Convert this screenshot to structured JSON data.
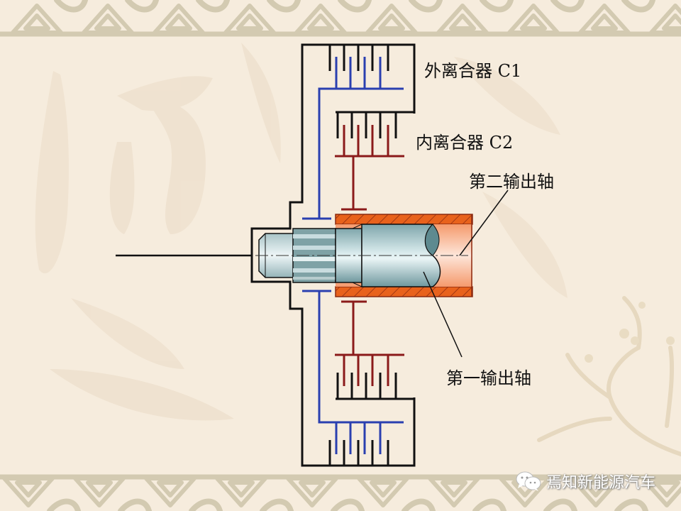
{
  "slide": {
    "background_color": "#f6ecdd",
    "border_color": "#d1c8ae",
    "decor": [
      "celtic-knot-border-top",
      "celtic-knot-border-bottom",
      "calligraphy-watermark",
      "plum-blossom-branch-watermark"
    ]
  },
  "diagram": {
    "title": "",
    "labels": {
      "outer_clutch": "外离合器 C1",
      "inner_clutch": "内离合器  C2",
      "second_output_shaft": "第二输出轴",
      "first_output_shaft": "第一输出轴"
    },
    "colors": {
      "housing": "#111111",
      "outer_clutch_hub": "#2a3fb0",
      "inner_clutch_hub": "#8b1a1a",
      "hollow_shaft": "#e8621c",
      "hollow_shaft_inner": "#f7b08a",
      "solid_shaft": "#8fb3b8"
    },
    "components": [
      {
        "id": "input-shaft",
        "name": "Input shaft line"
      },
      {
        "id": "clutch-housing",
        "name": "Dual clutch housing (drum)"
      },
      {
        "id": "clutch-c1",
        "name": "Outer clutch C1 plates"
      },
      {
        "id": "clutch-c2",
        "name": "Inner clutch C2 plates"
      },
      {
        "id": "first-output-shaft",
        "name": "First output shaft (solid, splined)"
      },
      {
        "id": "second-output-shaft",
        "name": "Second output shaft (hollow)"
      }
    ]
  },
  "footer": {
    "icon": "wechat-icon",
    "credit": "焉知新能源汽车"
  }
}
